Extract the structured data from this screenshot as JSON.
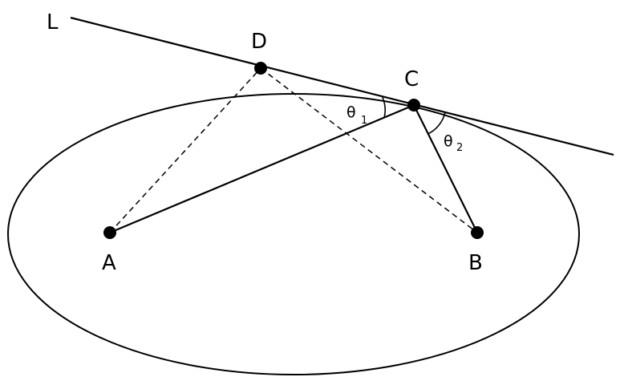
{
  "labels": {
    "line": "L",
    "point_a": "A",
    "point_b": "B",
    "point_c": "C",
    "point_d": "D",
    "theta": "θ",
    "theta1_sub": "1",
    "theta2_sub": "2"
  },
  "colors": {
    "stroke": "#000000",
    "background": "#ffffff"
  }
}
